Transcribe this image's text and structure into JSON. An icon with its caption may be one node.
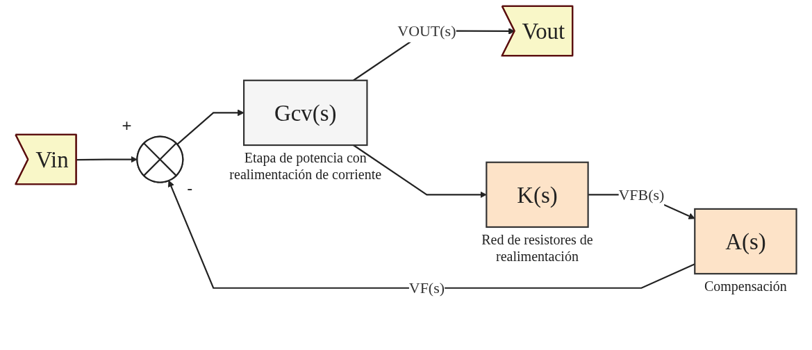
{
  "diagram": {
    "nodes": [
      {
        "text": [
          "Vin"
        ]
      },
      {
        "text": [],
        "shape": "circle",
        "beside": [
          "+",
          "-"
        ]
      },
      {
        "text": [
          "Gcv(s)"
        ],
        "beside": [
          "Etapa de potencia con realimentación de corriente"
        ]
      },
      {
        "text": [
          "Vout"
        ]
      },
      {
        "text": [
          "K(s)"
        ],
        "beside": [
          "Red de resistores de realimentación"
        ]
      },
      {
        "text": [
          "A(s)"
        ],
        "beside": [
          "Compensación"
        ]
      }
    ],
    "edges": [
      {
        "from": 0,
        "to": 1,
        "arrow": "to"
      },
      {
        "from": 1,
        "to": 2,
        "arrow": "to"
      },
      {
        "from": 2,
        "to": 3,
        "arrow": "to",
        "label": "VOUT(s)"
      },
      {
        "from": 2,
        "to": 4,
        "arrow": "to"
      },
      {
        "from": 4,
        "to": 5,
        "arrow": "to",
        "label": "VFB(s)"
      },
      {
        "from": 5,
        "to": 1,
        "arrow": "to",
        "label": "VF(s)"
      }
    ]
  }
}
